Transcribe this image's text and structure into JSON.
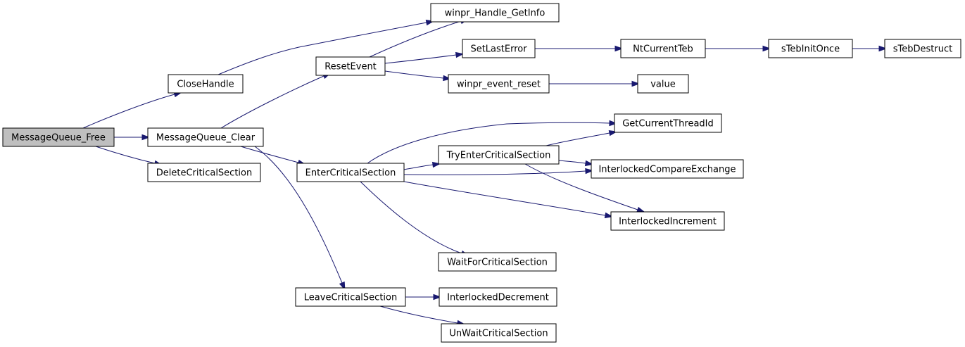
{
  "colors": {
    "edge": "#191970",
    "node_fill": "#ffffff",
    "node_fill_root": "#bfbfbf",
    "node_stroke": "#000000"
  },
  "graph": {
    "nodes": [
      {
        "id": "message-queue-free",
        "label": "MessageQueue_Free",
        "root": true
      },
      {
        "id": "close-handle",
        "label": "CloseHandle"
      },
      {
        "id": "message-queue-clear",
        "label": "MessageQueue_Clear"
      },
      {
        "id": "delete-critical-section",
        "label": "DeleteCriticalSection"
      },
      {
        "id": "winpr-handle-getinfo",
        "label": "winpr_Handle_GetInfo"
      },
      {
        "id": "reset-event",
        "label": "ResetEvent"
      },
      {
        "id": "enter-critical-section",
        "label": "EnterCriticalSection"
      },
      {
        "id": "leave-critical-section",
        "label": "LeaveCriticalSection"
      },
      {
        "id": "set-last-error",
        "label": "SetLastError"
      },
      {
        "id": "winpr-event-reset",
        "label": "winpr_event_reset"
      },
      {
        "id": "nt-current-teb",
        "label": "NtCurrentTeb"
      },
      {
        "id": "steb-init-once",
        "label": "sTebInitOnce"
      },
      {
        "id": "steb-destruct",
        "label": "sTebDestruct"
      },
      {
        "id": "value",
        "label": "value"
      },
      {
        "id": "get-current-thread-id",
        "label": "GetCurrentThreadId"
      },
      {
        "id": "try-enter-critical-section",
        "label": "TryEnterCriticalSection"
      },
      {
        "id": "interlocked-compare-exchange",
        "label": "InterlockedCompareExchange"
      },
      {
        "id": "interlocked-increment",
        "label": "InterlockedIncrement"
      },
      {
        "id": "wait-for-critical-section",
        "label": "WaitForCriticalSection"
      },
      {
        "id": "interlocked-decrement",
        "label": "InterlockedDecrement"
      },
      {
        "id": "unwait-critical-section",
        "label": "UnWaitCriticalSection"
      }
    ],
    "edges": [
      {
        "from": "message-queue-free",
        "to": "close-handle"
      },
      {
        "from": "message-queue-free",
        "to": "message-queue-clear"
      },
      {
        "from": "message-queue-free",
        "to": "delete-critical-section"
      },
      {
        "from": "close-handle",
        "to": "winpr-handle-getinfo"
      },
      {
        "from": "message-queue-clear",
        "to": "reset-event"
      },
      {
        "from": "message-queue-clear",
        "to": "enter-critical-section"
      },
      {
        "from": "message-queue-clear",
        "to": "leave-critical-section"
      },
      {
        "from": "reset-event",
        "to": "winpr-handle-getinfo"
      },
      {
        "from": "reset-event",
        "to": "set-last-error"
      },
      {
        "from": "reset-event",
        "to": "winpr-event-reset"
      },
      {
        "from": "set-last-error",
        "to": "nt-current-teb"
      },
      {
        "from": "nt-current-teb",
        "to": "steb-init-once"
      },
      {
        "from": "steb-init-once",
        "to": "steb-destruct"
      },
      {
        "from": "winpr-event-reset",
        "to": "value"
      },
      {
        "from": "enter-critical-section",
        "to": "get-current-thread-id"
      },
      {
        "from": "enter-critical-section",
        "to": "try-enter-critical-section"
      },
      {
        "from": "enter-critical-section",
        "to": "interlocked-compare-exchange"
      },
      {
        "from": "enter-critical-section",
        "to": "interlocked-increment"
      },
      {
        "from": "enter-critical-section",
        "to": "wait-for-critical-section"
      },
      {
        "from": "try-enter-critical-section",
        "to": "get-current-thread-id"
      },
      {
        "from": "try-enter-critical-section",
        "to": "interlocked-compare-exchange"
      },
      {
        "from": "try-enter-critical-section",
        "to": "interlocked-increment"
      },
      {
        "from": "leave-critical-section",
        "to": "interlocked-decrement"
      },
      {
        "from": "leave-critical-section",
        "to": "unwait-critical-section"
      }
    ]
  }
}
